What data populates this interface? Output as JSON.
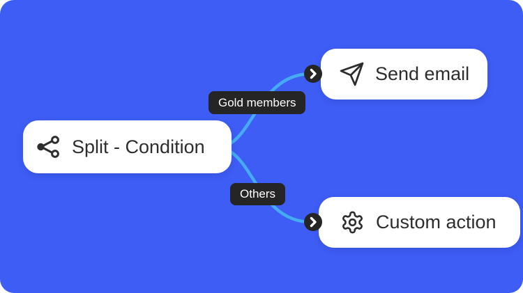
{
  "colors": {
    "background": "#3E5DF5",
    "connector": "#45ABF3",
    "card": "#FFFFFF",
    "badge": "#252525",
    "text": "#2D2D2D"
  },
  "nodes": [
    {
      "id": "split-condition",
      "label": "Split - Condition",
      "icon": "split-share-icon"
    },
    {
      "id": "send-email",
      "label": "Send email",
      "icon": "paper-plane-icon"
    },
    {
      "id": "custom-action",
      "label": "Custom action",
      "icon": "gear-icon"
    }
  ],
  "branches": [
    {
      "from": "split-condition",
      "to": "send-email",
      "label": "Gold members"
    },
    {
      "from": "split-condition",
      "to": "custom-action",
      "label": "Others"
    }
  ],
  "ports": {
    "icon": "chevron-right-icon"
  }
}
